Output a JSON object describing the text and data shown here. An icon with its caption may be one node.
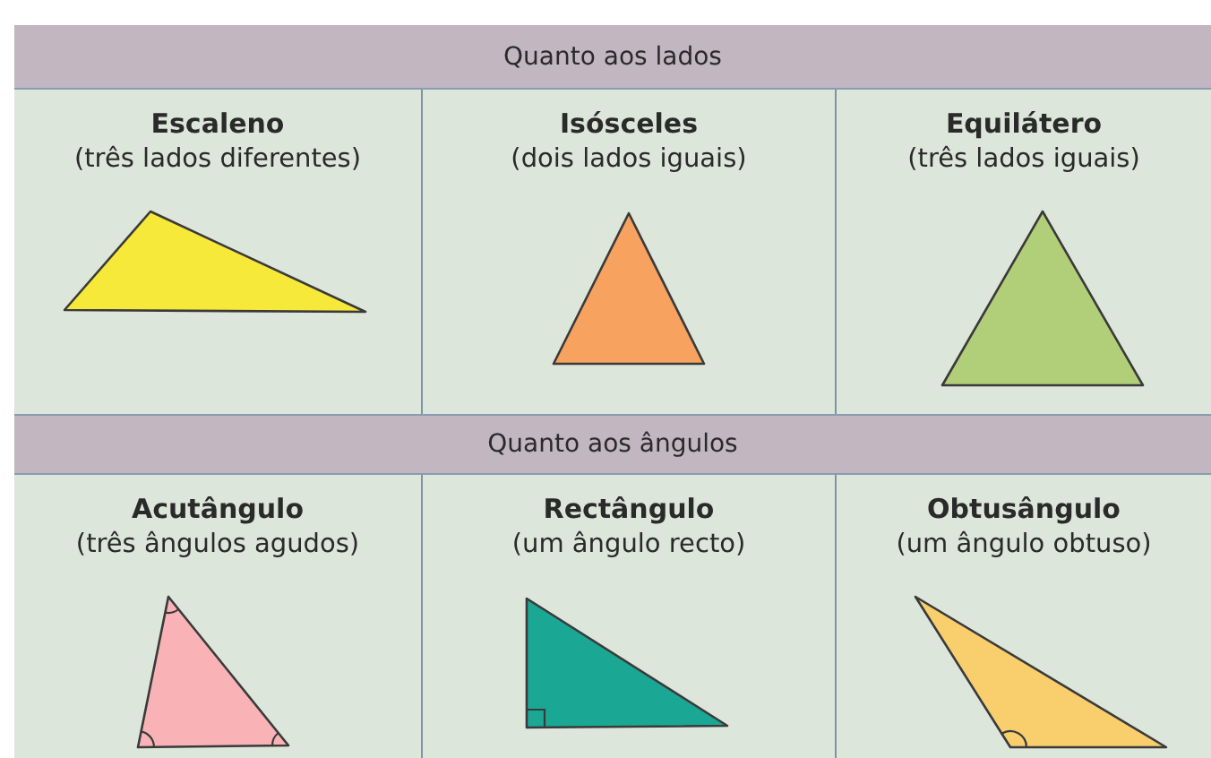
{
  "diagram": {
    "nodes": [
      {
        "text": [
          "Quanto aos lados"
        ]
      },
      {
        "text": [
          "Escaleno",
          "(três lados diferentes)"
        ]
      },
      {
        "text": [
          "Isósceles",
          "(dois lados iguais)"
        ]
      },
      {
        "text": [
          "Equilátero",
          "(três lados iguais)"
        ]
      },
      {
        "text": [
          "Quanto aos ângulos"
        ]
      },
      {
        "text": [
          "Acutângulo",
          "(três ângulos agudos)"
        ]
      },
      {
        "text": [
          "Rectângulo",
          "(um ângulo recto)"
        ]
      },
      {
        "text": [
          "Obtusângulo",
          "(um ângulo obtuso)"
        ]
      }
    ]
  }
}
